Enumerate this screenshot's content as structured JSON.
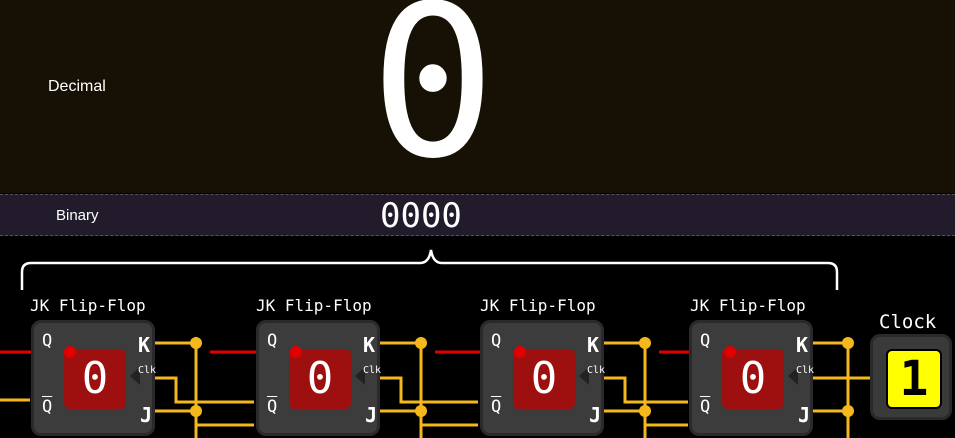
{
  "display": {
    "decimal_label": "Decimal",
    "decimal_value": "0",
    "binary_label": "Binary",
    "binary_value": "0000"
  },
  "flip_flops": [
    {
      "title": "JK Flip-Flop",
      "state": "0",
      "q": "Q",
      "qbar": "Q",
      "k": "K",
      "j": "J",
      "clk": "Clk"
    },
    {
      "title": "JK Flip-Flop",
      "state": "0",
      "q": "Q",
      "qbar": "Q",
      "k": "K",
      "j": "J",
      "clk": "Clk"
    },
    {
      "title": "JK Flip-Flop",
      "state": "0",
      "q": "Q",
      "qbar": "Q",
      "k": "K",
      "j": "J",
      "clk": "Clk"
    },
    {
      "title": "JK Flip-Flop",
      "state": "0",
      "q": "Q",
      "qbar": "Q",
      "k": "K",
      "j": "J",
      "clk": "Clk"
    }
  ],
  "clock": {
    "title": "Clock",
    "value": "1"
  },
  "colors": {
    "wire": "#f5b81c",
    "active_wire": "#e00000",
    "state_fill": "#9e1010",
    "clock_fill": "#ffff00"
  }
}
